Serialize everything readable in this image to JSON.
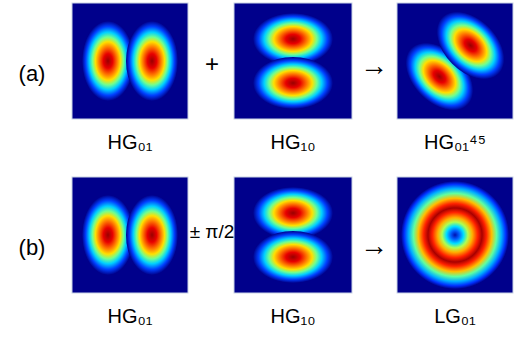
{
  "diagram": {
    "labels": [
      "(a)",
      "+",
      "→",
      "HG₀₁",
      "HG₁₀",
      "HG₀₁⁴⁵",
      "(b)",
      "± π/2",
      "→",
      "HG₀₁",
      "HG₁₀",
      "LG₀₁"
    ]
  }
}
